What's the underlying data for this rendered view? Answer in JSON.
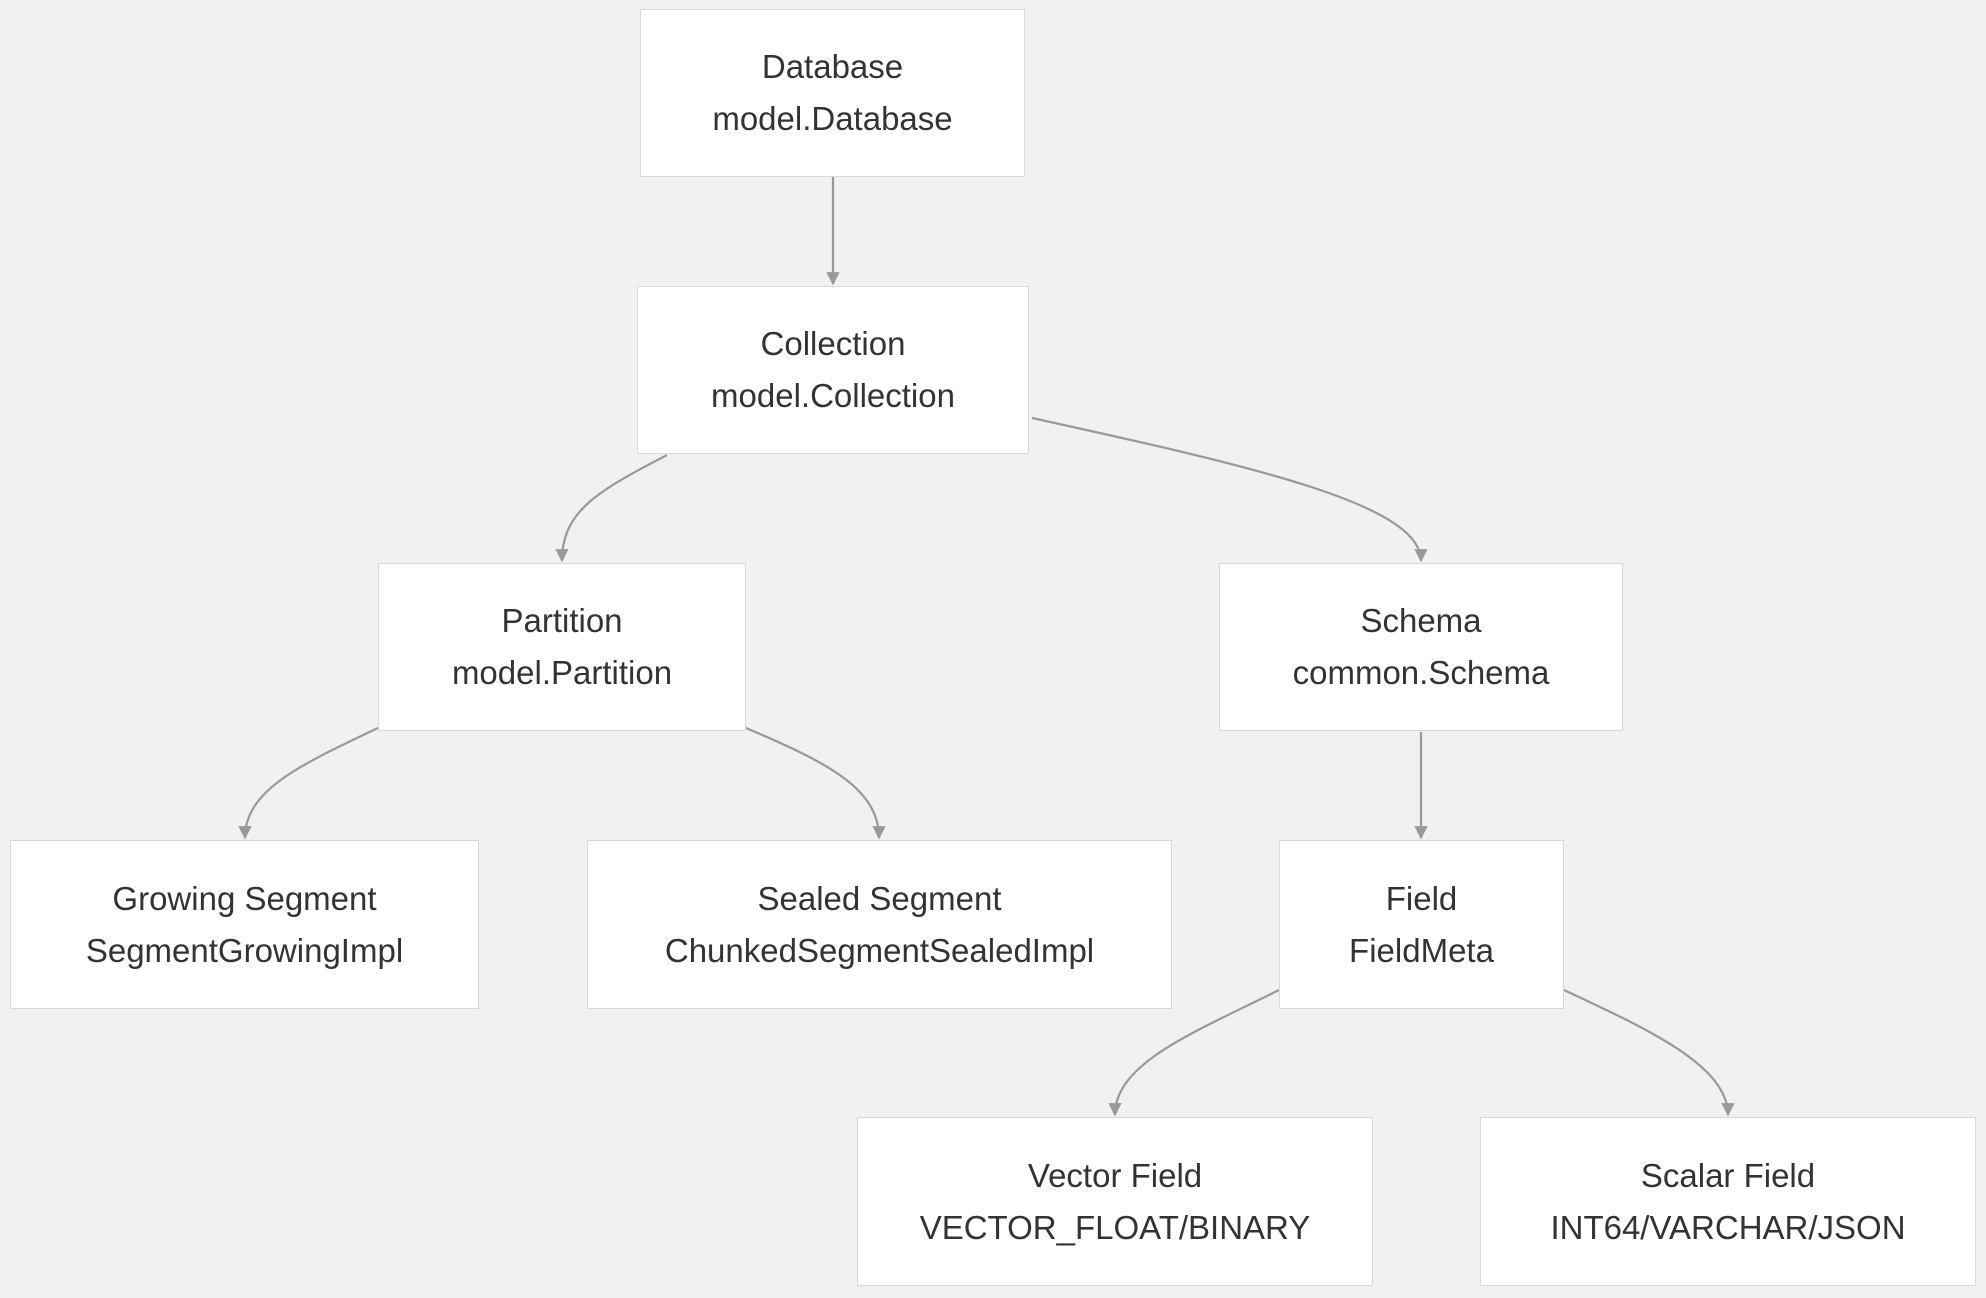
{
  "diagram": {
    "nodes": {
      "database": {
        "title": "Database",
        "subtitle": "model.Database"
      },
      "collection": {
        "title": "Collection",
        "subtitle": "model.Collection"
      },
      "partition": {
        "title": "Partition",
        "subtitle": "model.Partition"
      },
      "schema": {
        "title": "Schema",
        "subtitle": "common.Schema"
      },
      "growing": {
        "title": "Growing Segment",
        "subtitle": "SegmentGrowingImpl"
      },
      "sealed": {
        "title": "Sealed Segment",
        "subtitle": "ChunkedSegmentSealedImpl"
      },
      "field": {
        "title": "Field",
        "subtitle": "FieldMeta"
      },
      "vector": {
        "title": "Vector Field",
        "subtitle": "VECTOR_FLOAT/BINARY"
      },
      "scalar": {
        "title": "Scalar Field",
        "subtitle": "INT64/VARCHAR/JSON"
      }
    },
    "edges": [
      {
        "from": "database",
        "to": "collection"
      },
      {
        "from": "collection",
        "to": "partition"
      },
      {
        "from": "collection",
        "to": "schema"
      },
      {
        "from": "partition",
        "to": "growing"
      },
      {
        "from": "partition",
        "to": "sealed"
      },
      {
        "from": "schema",
        "to": "field"
      },
      {
        "from": "field",
        "to": "vector"
      },
      {
        "from": "field",
        "to": "scalar"
      }
    ],
    "colors": {
      "background": "#f2f1f0",
      "node_fill": "#ffffff",
      "node_border": "#d9d9d9",
      "edge": "#999999",
      "text": "#333333"
    }
  }
}
